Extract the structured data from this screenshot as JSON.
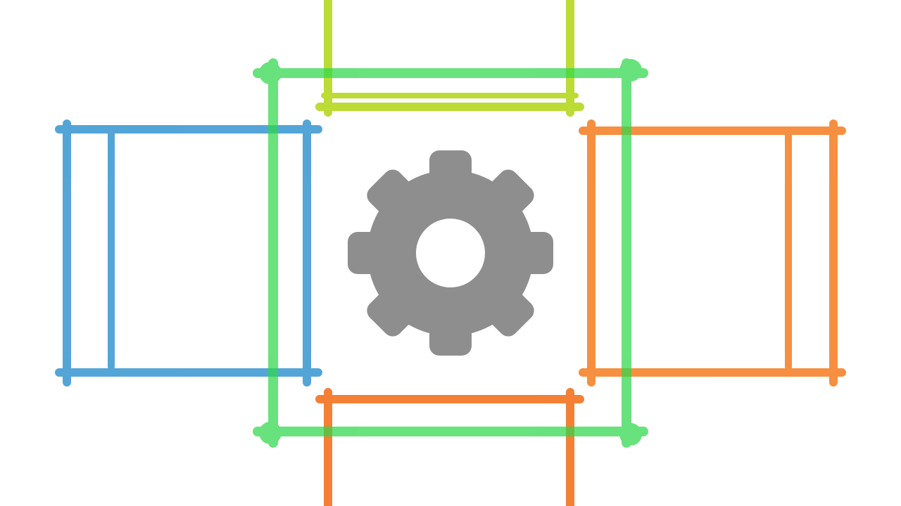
{
  "scene": {
    "background": "#ffffff",
    "center_icon": {
      "name": "gear-icon",
      "color": "#8e8e8e"
    },
    "frames": [
      {
        "name": "frame-top",
        "color": "#b5d81f",
        "opacity": 0.9
      },
      {
        "name": "frame-center",
        "color": "#2fd84a",
        "opacity": 0.72
      },
      {
        "name": "frame-left",
        "color": "#2a8fce",
        "opacity": 0.8
      },
      {
        "name": "frame-right",
        "color": "#f57c1f",
        "opacity": 0.85
      },
      {
        "name": "frame-bottom",
        "color": "#f26a12",
        "opacity": 0.85
      }
    ]
  }
}
